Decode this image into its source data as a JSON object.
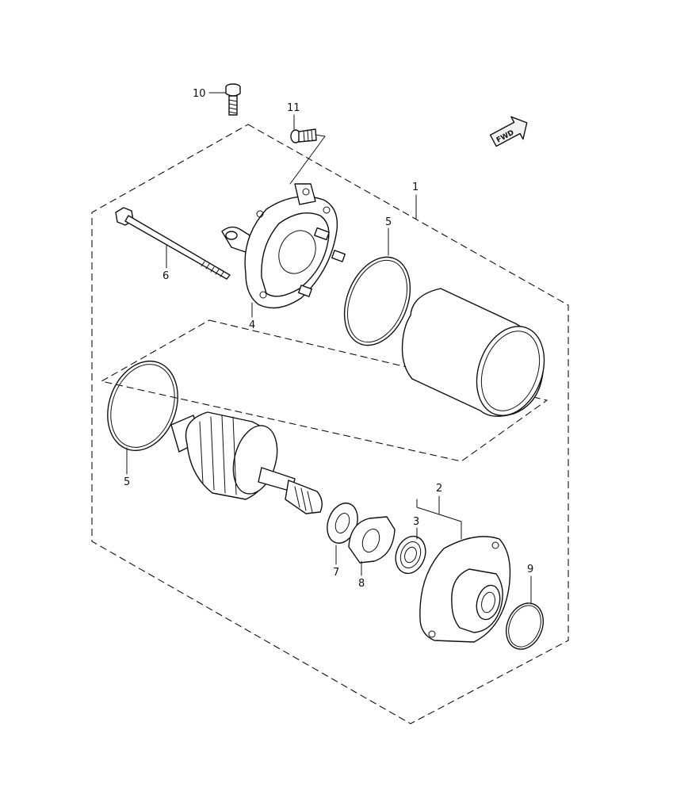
{
  "parts": [
    {
      "id": "1",
      "name": "starter-motor-assembly"
    },
    {
      "id": "2",
      "name": "housing-end"
    },
    {
      "id": "3",
      "name": "bearing"
    },
    {
      "id": "4",
      "name": "brush-holder-end-cover"
    },
    {
      "id": "5",
      "name": "o-ring"
    },
    {
      "id": "6",
      "name": "through-bolt"
    },
    {
      "id": "7",
      "name": "washer"
    },
    {
      "id": "8",
      "name": "lock-washer"
    },
    {
      "id": "9",
      "name": "o-ring-small"
    },
    {
      "id": "10",
      "name": "bolt"
    },
    {
      "id": "11",
      "name": "screw"
    }
  ],
  "callouts": {
    "c1": "1",
    "c2": "2",
    "c3": "3",
    "c4": "4",
    "c5a": "5",
    "c5b": "5",
    "c6": "6",
    "c7": "7",
    "c8": "8",
    "c9": "9",
    "c10": "10",
    "c11": "11"
  },
  "fwd_badge": "FWD"
}
